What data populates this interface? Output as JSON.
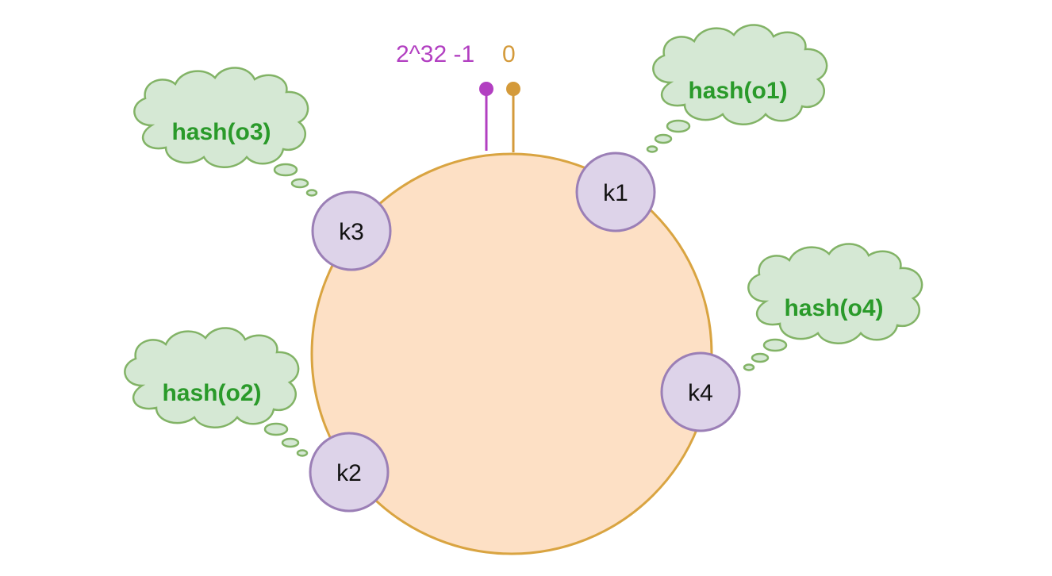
{
  "ring": {
    "fill_color": "#fde0c5",
    "stroke_color": "#d9a441"
  },
  "markers": {
    "max": {
      "label": "2^32 -1",
      "color": "#b23fc1"
    },
    "zero": {
      "label": "0",
      "color": "#d49a3a"
    }
  },
  "nodes": [
    {
      "label": "k1"
    },
    {
      "label": "k3"
    },
    {
      "label": "k4"
    },
    {
      "label": "k2"
    }
  ],
  "node_style": {
    "fill_color": "#ddd3e9",
    "stroke_color": "#9b7fb6"
  },
  "objects": [
    {
      "label": "hash(o1)"
    },
    {
      "label": "hash(o3)"
    },
    {
      "label": "hash(o4)"
    },
    {
      "label": "hash(o2)"
    }
  ],
  "cloud_style": {
    "fill_color": "#d5e8d4",
    "stroke_color": "#82b366",
    "text_color": "#2a9a2a"
  }
}
